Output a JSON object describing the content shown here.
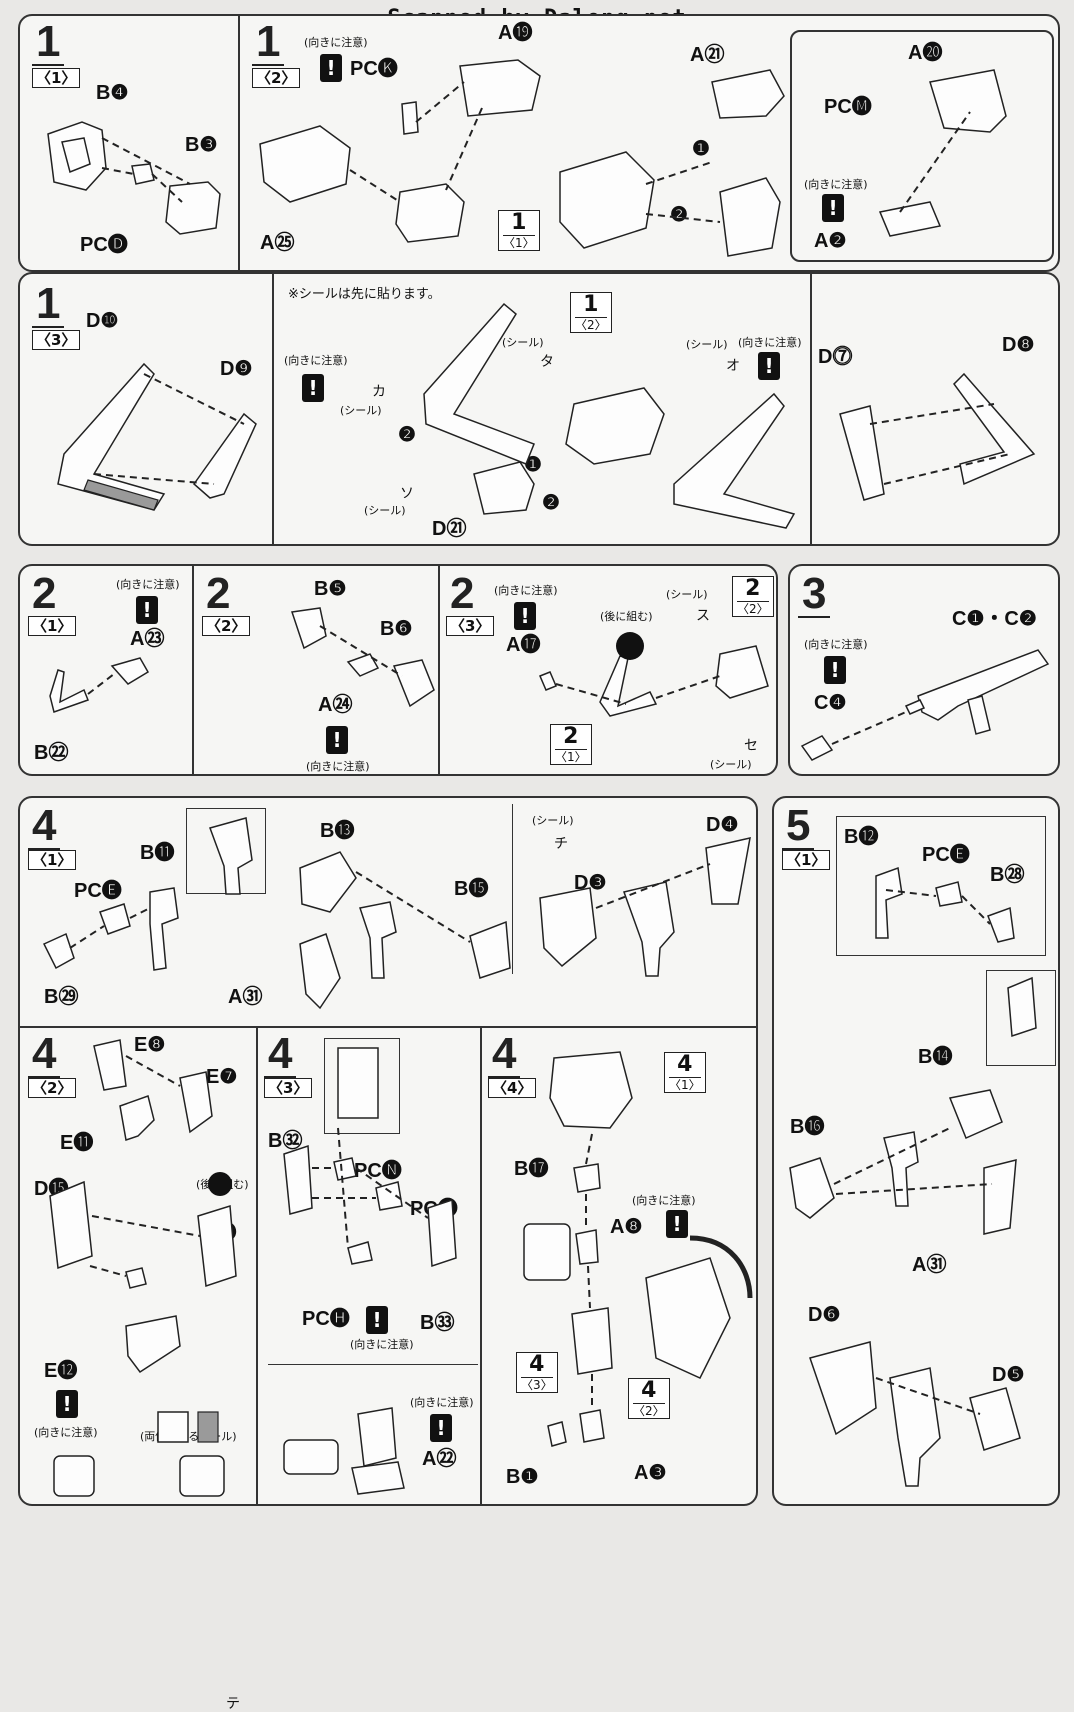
{
  "header": {
    "watermark": "Scanned by Dalong.net"
  },
  "notes": {
    "orientation": "(向きに注意)",
    "sticker_first": "※シールは先に貼ります。",
    "seal": "(シール)",
    "assemble_later": "(後に組む)",
    "both_sides_seal": "(両側に貼るシール)"
  },
  "steps": {
    "s1_1": {
      "num": "1",
      "sub": "〈1〉",
      "parts": [
        "B❹",
        "B❸",
        "PC🅓"
      ]
    },
    "s1_2": {
      "num": "1",
      "sub": "〈2〉",
      "parts": [
        "PC🅚",
        "A⓳",
        "A㉕",
        "A㉑",
        "A⓴",
        "PC🅜",
        "A❷"
      ],
      "ref": {
        "num": "1",
        "sub": "〈1〉"
      },
      "arrows": [
        "❶",
        "❷"
      ]
    },
    "s1_3": {
      "num": "1",
      "sub": "〈3〉",
      "parts": [
        "D❿",
        "D❾",
        "D⓻",
        "D❽",
        "D㉑"
      ],
      "stickers": [
        "カ",
        "タ",
        "オ",
        "ソ"
      ],
      "ref": {
        "num": "1",
        "sub": "〈2〉"
      },
      "arrows": [
        "❷",
        "❶",
        "❷"
      ]
    },
    "s2_1": {
      "num": "2",
      "sub": "〈1〉",
      "parts": [
        "A㉓",
        "B㉒"
      ]
    },
    "s2_2": {
      "num": "2",
      "sub": "〈2〉",
      "parts": [
        "B❺",
        "B❻",
        "A㉔"
      ]
    },
    "s2_3": {
      "num": "2",
      "sub": "〈3〉",
      "parts": [
        "A⓱"
      ],
      "stickers": [
        "ス",
        "セ"
      ],
      "refs": [
        {
          "num": "2",
          "sub": "〈2〉"
        },
        {
          "num": "2",
          "sub": "〈1〉"
        }
      ]
    },
    "s3": {
      "num": "3",
      "parts": [
        "C❶・C❷",
        "C❹"
      ]
    },
    "s4_1": {
      "num": "4",
      "sub": "〈1〉",
      "parts": [
        "B⓫",
        "PC🅔",
        "B㉙",
        "B⓭",
        "B⓯",
        "A㉛",
        "D❹",
        "D❸"
      ],
      "stickers": [
        "チ"
      ]
    },
    "s4_2": {
      "num": "4",
      "sub": "〈2〉",
      "parts": [
        "E❽",
        "E❼",
        "E⓫",
        "D⓯",
        "D⓰",
        "E⓬"
      ],
      "stickers": [
        "テ"
      ]
    },
    "s4_3": {
      "num": "4",
      "sub": "〈3〉",
      "parts": [
        "B㉜",
        "PC🅝",
        "PC🅘",
        "PC🅗",
        "B㉝",
        "A㉒"
      ]
    },
    "s4_4": {
      "num": "4",
      "sub": "〈4〉",
      "parts": [
        "B⓱",
        "A❽",
        "B❶",
        "A❸"
      ],
      "refs": [
        {
          "num": "4",
          "sub": "〈1〉"
        },
        {
          "num": "4",
          "sub": "〈3〉"
        },
        {
          "num": "4",
          "sub": "〈2〉"
        }
      ]
    },
    "s5_1": {
      "num": "5",
      "sub": "〈1〉",
      "parts": [
        "B⓬",
        "PC🅔",
        "B㉘",
        "B⓮",
        "B⓰",
        "A㉛",
        "D❻",
        "D❺"
      ]
    }
  }
}
